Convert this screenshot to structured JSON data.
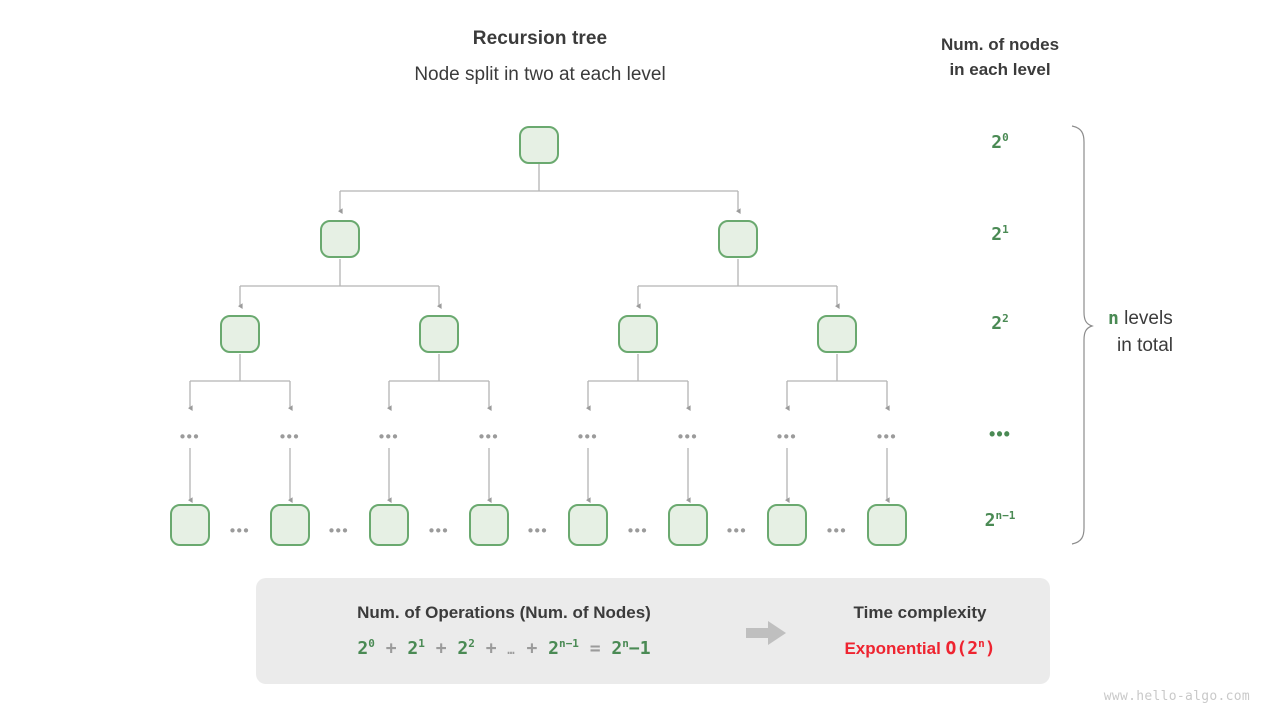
{
  "headings": {
    "title": "Recursion tree",
    "subtitle": "Node split in two at each level",
    "right_title_line1": "Num. of nodes",
    "right_title_line2": "in each level"
  },
  "level_labels": [
    {
      "base": "2",
      "exp": "0",
      "dots": false
    },
    {
      "base": "2",
      "exp": "1",
      "dots": false
    },
    {
      "base": "2",
      "exp": "2",
      "dots": false
    },
    {
      "base": "",
      "exp": "",
      "dots": true,
      "text": "•••"
    },
    {
      "base": "2",
      "exp": "n−1",
      "dots": false
    }
  ],
  "brace": {
    "n": "n",
    "label_line1": "levels",
    "label_line2": "in total"
  },
  "tree": {
    "ellipsis": "•••",
    "node_fill": "#e6f0e4",
    "node_stroke": "#6aa96f",
    "edge_color": "#b4b4b4"
  },
  "panel": {
    "left_title": "Num. of Operations (Num. of Nodes)",
    "formula": {
      "t1_base": "2",
      "t1_exp": "0",
      "plus1": "+",
      "t2_base": "2",
      "t2_exp": "1",
      "plus2": "+",
      "t3_base": "2",
      "t3_exp": "2",
      "plus3": "+",
      "ellipsis": "…",
      "plus4": "+",
      "t4_base": "2",
      "t4_exp": "n−1",
      "equals": "=",
      "result_base": "2",
      "result_exp": "n",
      "result_tail": "−1"
    },
    "right_title": "Time complexity",
    "right_value_word": "Exponential",
    "right_value_bigo_prefix": "O(2",
    "right_value_bigo_exp": "n",
    "right_value_bigo_suffix": ")",
    "arrow_icon": "right-arrow-icon",
    "accent_green": "#4a8a54",
    "accent_red": "#ee2430",
    "bg": "#ebebeb"
  },
  "watermark": "www.hello-algo.com"
}
